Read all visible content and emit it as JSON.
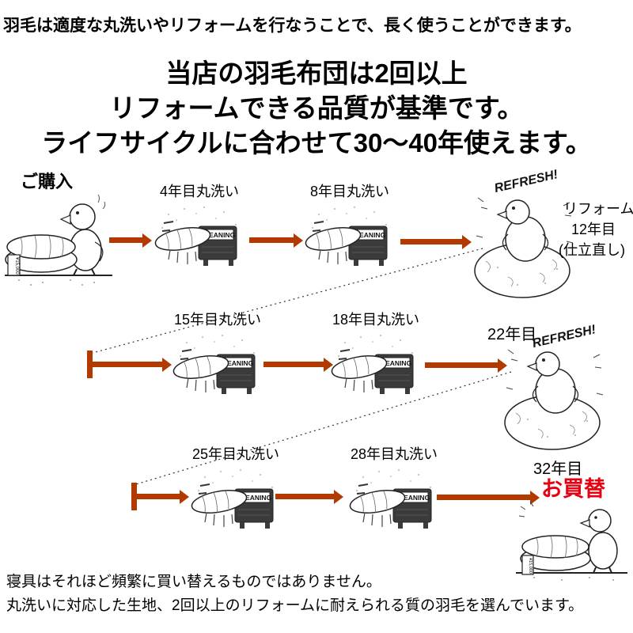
{
  "page": {
    "top_note": "羽毛は適度な丸洗いやリフォームを行なうことで、長く使うことができます。",
    "headings": [
      "当店の羽毛布団は2回以上",
      "リフォームできる品質が基準です。",
      "ライフサイクルに合わせて30〜40年使えます。"
    ],
    "bottom_notes": [
      "寝具はそれほど頻繁に買い替えるものではありません。",
      "丸洗いに対応した生地、2回以上のリフォームに耐えられる質の羽毛を選んでいます。"
    ]
  },
  "diagram": {
    "purchase_label": "ご購入",
    "cleaning_label": "CLEANING",
    "price_tag": "¥15,000",
    "refresh_text": "REFRESH!",
    "rows": [
      {
        "steps": [
          "4年目丸洗い",
          "8年目丸洗い"
        ],
        "end_labels": [
          "リフォーム",
          "12年目",
          "(仕立直し)"
        ]
      },
      {
        "steps": [
          "15年目丸洗い",
          "18年目丸洗い"
        ],
        "end_labels": [
          "22年目"
        ]
      },
      {
        "steps": [
          "25年目丸洗い",
          "28年目丸洗い"
        ],
        "end_labels": [
          "32年目",
          "お買替"
        ]
      }
    ],
    "colors": {
      "arrow": "#b23a00",
      "buy_replace": "#e60012",
      "text": "#000000"
    }
  }
}
